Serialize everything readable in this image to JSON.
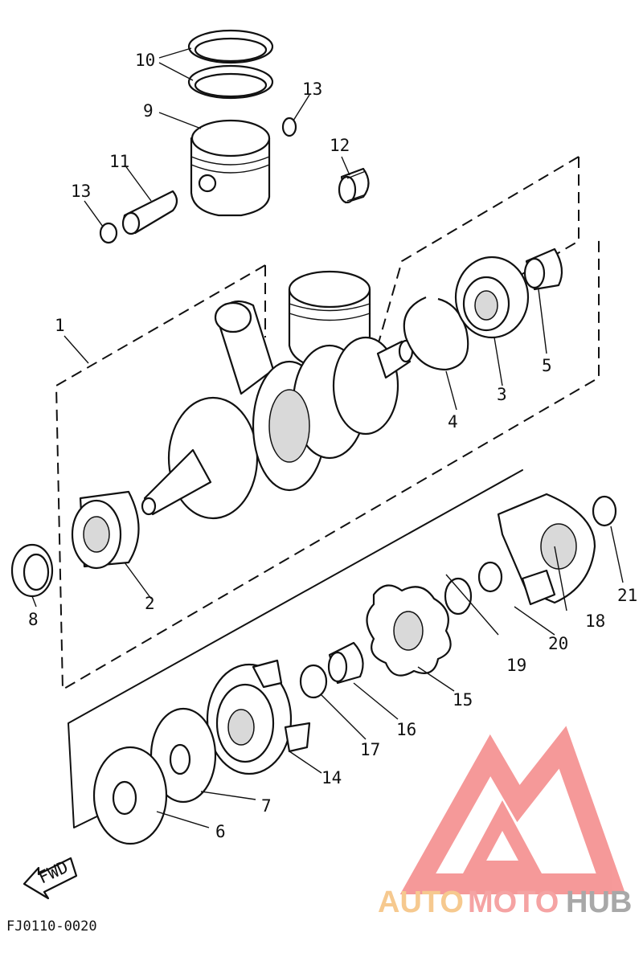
{
  "diagram": {
    "drawing_code": "FJ0110-0020",
    "fwd_label": "FWD",
    "watermark": {
      "auto": "AUTO",
      "moto": "MOTO",
      "hub": "HUB",
      "color_auto": "#f6c98f",
      "color_moto": "#f5a3a3",
      "color_hub": "#a8a8a8",
      "color_tri": "#f48888"
    },
    "callouts": [
      "1",
      "2",
      "3",
      "4",
      "5",
      "6",
      "7",
      "8",
      "9",
      "10",
      "11",
      "12",
      "13",
      "13",
      "14",
      "15",
      "16",
      "17",
      "18",
      "19",
      "20",
      "21"
    ]
  }
}
